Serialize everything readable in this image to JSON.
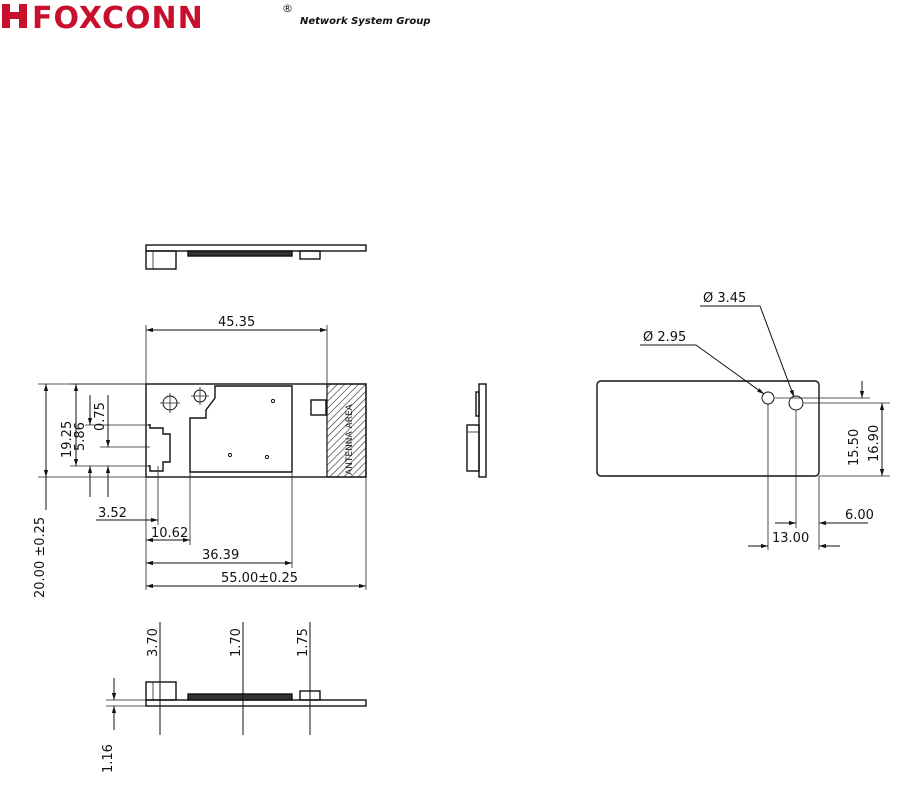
{
  "header": {
    "brand": "FOXCONN",
    "registered": "®",
    "group": "Network System Group"
  },
  "colors": {
    "brand": "#c8102e",
    "line": "#111111"
  },
  "dimensions": {
    "width_4535": "45.35",
    "height_1925": "19.25",
    "height_586": "5.86",
    "height_075": "0.75",
    "offset_352": "3.52",
    "offset_1062": "10.62",
    "width_3639": "36.39",
    "width_55": "55.00±0.25",
    "height_20": "20.00   ±0.25",
    "antenna": "ANTENNA AREA",
    "hole_345": "Ø 3.45",
    "hole_295": "Ø 2.95",
    "h_1550": "15.50",
    "h_1690": "16.90",
    "w_600": "6.00",
    "w_1300": "13.00",
    "side_370": "3.70",
    "side_170": "1.70",
    "side_175": "1.75",
    "thick_116": "1.16"
  }
}
